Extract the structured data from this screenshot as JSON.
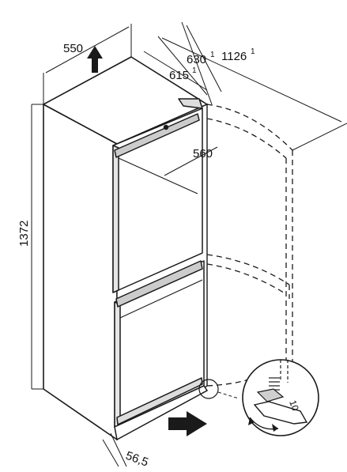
{
  "dimensions": {
    "width": "550",
    "depth_open": "1126",
    "depth_open_note": "1",
    "depth_handle": "630",
    "depth_handle_note": "1",
    "depth_body": "615",
    "depth_body_note": "1",
    "door_width": "560",
    "height": "1372",
    "plinth_depth": "56,5"
  },
  "inset": {
    "wrench_size": "10"
  },
  "colors": {
    "line": "#1a1a1a",
    "fill_body": "#ffffff",
    "handle_fill": "#cccccc"
  },
  "icons": {
    "direction_arrow": "arrow-up-icon",
    "push_arrow": "arrow-right-icon",
    "rotate": "rotate-icon"
  }
}
